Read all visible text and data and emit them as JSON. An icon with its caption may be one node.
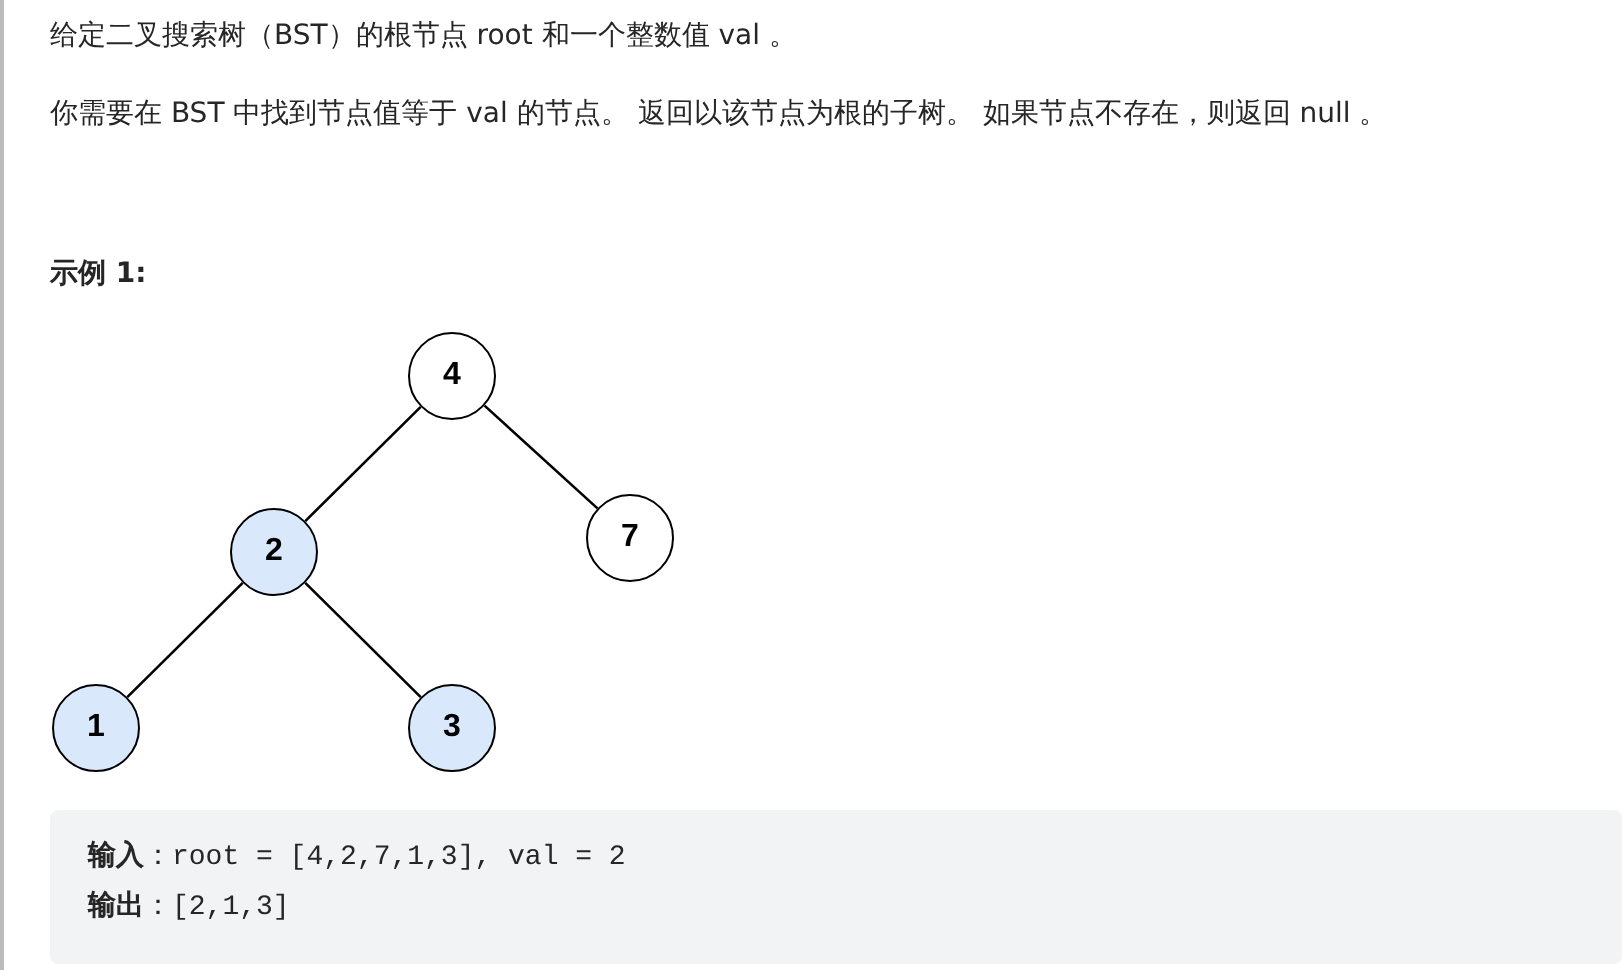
{
  "diagram": {
    "nodes": [
      {
        "text": [
          "4"
        ]
      },
      {
        "text": [
          "2"
        ]
      },
      {
        "text": [
          "7"
        ]
      },
      {
        "text": [
          "1"
        ]
      },
      {
        "text": [
          "3"
        ]
      }
    ],
    "edges": [
      {
        "from": 0,
        "to": 1,
        "arrow": "none"
      },
      {
        "from": 0,
        "to": 2,
        "arrow": "none"
      },
      {
        "from": 1,
        "to": 3,
        "arrow": "none"
      },
      {
        "from": 1,
        "to": 4,
        "arrow": "none"
      }
    ],
    "labels": [
      "给定二叉搜索树（BST）的根节点 root 和一个整数值 val 。",
      "你需要在 BST 中找到节点值等于 val 的节点。 返回以该节点为根的子树。 如果节点不存在，则返回 null 。",
      "示例 1:",
      "**输入**：root = [4,2,7,1,3], val = 2",
      "**输出**：[2,1,3]"
    ]
  }
}
